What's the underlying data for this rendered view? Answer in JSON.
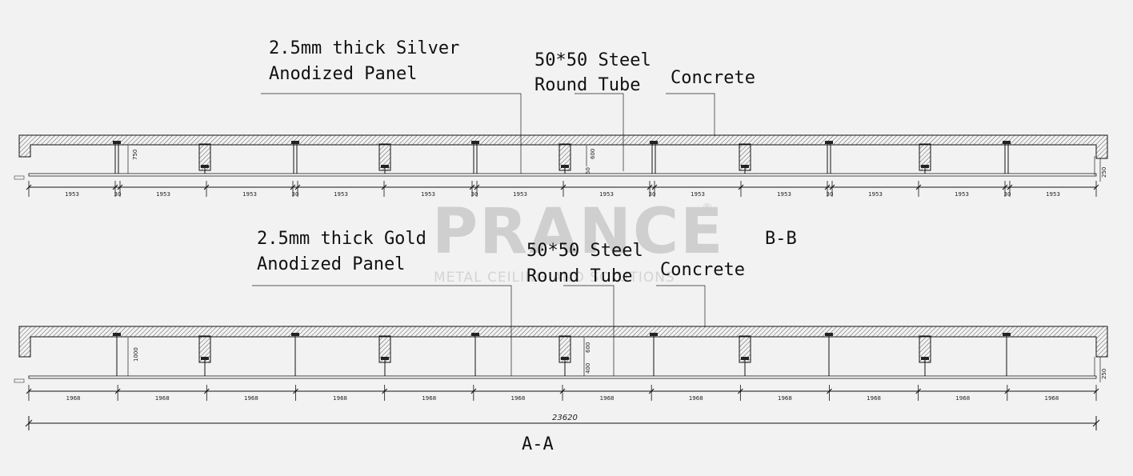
{
  "watermark": {
    "brand": "PRANCE",
    "registered": "®",
    "tagline": "METAL CEILING AND SOLUTIONS"
  },
  "sections": [
    {
      "id": "bb",
      "name": "B-B",
      "panel_label_1": "2.5mm thick Silver",
      "panel_label_2": "Anodized Panel",
      "tube_label_1": "50*50 Steel",
      "tube_label_2": "Round Tube",
      "concrete_label": "Concrete",
      "dims": [
        "1953",
        "30",
        "1953",
        "1953",
        "30",
        "1953",
        "1953",
        "30",
        "1953",
        "1953",
        "30",
        "1953",
        "1953",
        "30",
        "1953",
        "1953",
        "30",
        "1953"
      ],
      "vdims": [
        "750",
        "600",
        "50",
        "250"
      ]
    },
    {
      "id": "aa",
      "name": "A-A",
      "panel_label_1": "2.5mm thick Gold",
      "panel_label_2": "Anodized Panel",
      "tube_label_1": "50*50 Steel",
      "tube_label_2": "Round Tube",
      "concrete_label": "Concrete",
      "dims": [
        "1968",
        "1968",
        "1968",
        "1968",
        "1968",
        "1968",
        "1968",
        "1968",
        "1968",
        "1968",
        "1968",
        "1968"
      ],
      "total": "23620",
      "vdims": [
        "1000",
        "600",
        "400",
        "250"
      ]
    }
  ]
}
